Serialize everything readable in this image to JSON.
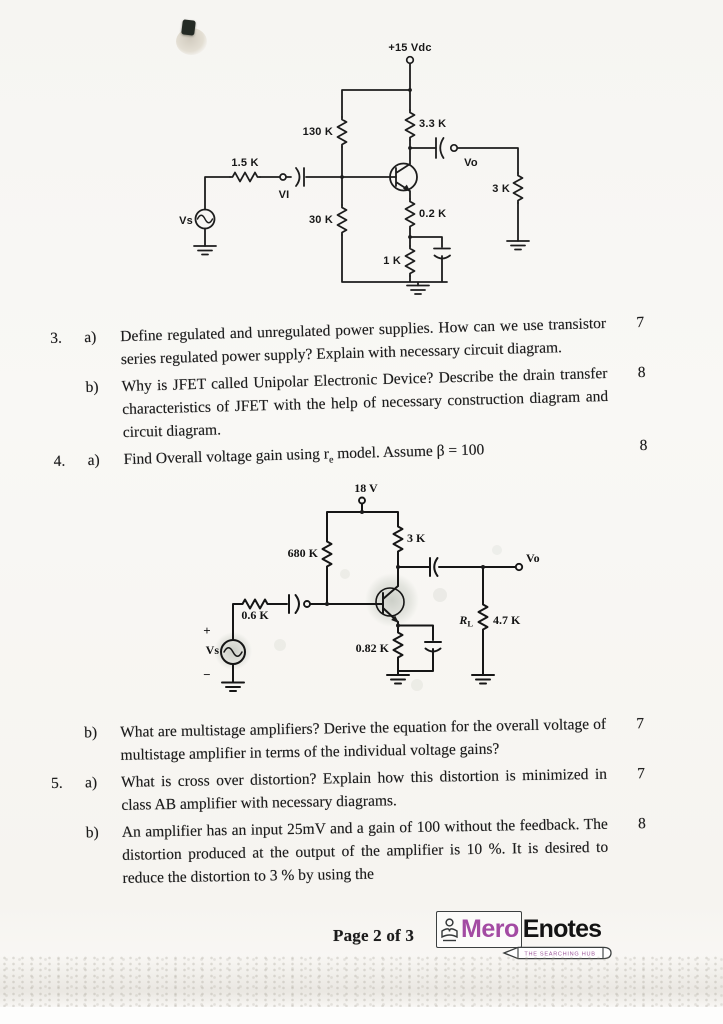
{
  "page": {
    "footer_page_label": "Page 2 of 3",
    "logo": {
      "mero": "Mero",
      "enotes": "Enotes",
      "tagline": "THE SEARCHING HUB",
      "mero_color": "#a34ba3"
    }
  },
  "questions": [
    {
      "num": "3.",
      "part": "a)",
      "text": "Define regulated and unregulated power supplies. How can we use transistor series regulated power supply? Explain with necessary circuit diagram.",
      "marks": "7"
    },
    {
      "num": "",
      "part": "b)",
      "text": "Why is JFET called Unipolar Electronic Device? Describe the drain transfer characteristics of JFET with the help of necessary construction diagram and circuit diagram.",
      "marks": "8"
    },
    {
      "num": "4.",
      "part": "a)",
      "text_pre": "Find Overall voltage gain using r",
      "text_sub": "e",
      "text_post": " model. Assume β = 100",
      "marks": "8"
    },
    {
      "num": "",
      "part": "b)",
      "text": "What are multistage amplifiers? Derive the equation for the overall voltage of multistage amplifier in terms of the individual voltage gains?",
      "marks": "7"
    },
    {
      "num": "5.",
      "part": "a)",
      "text": "What is cross over distortion? Explain how this distortion is minimized in class AB amplifier with necessary diagrams.",
      "marks": "7"
    },
    {
      "num": "",
      "part": "b)",
      "text": "An amplifier has an input 25mV and a gain of 100 without the feedback. The distortion produced at the output of the amplifier is 10 %. It is desired to reduce the distortion to 3 % by using the",
      "marks": "8"
    }
  ],
  "circuit1": {
    "supply": "+15 Vdc",
    "r_c": "3.3 K",
    "r_1": "130 K",
    "r_2": "30 K",
    "r_s": "1.5 K",
    "r_e1": "0.2 K",
    "r_e2": "1 K",
    "r_load": "3 K",
    "v_in": "VI",
    "v_s": "Vs",
    "v_o": "Vo"
  },
  "circuit2": {
    "supply": "18 V",
    "r_c": "3 K",
    "r_b": "680 K",
    "r_s": "0.6 K",
    "r_e": "0.82 K",
    "r_l": "R",
    "r_l_sub": "L",
    "r_l_value": "4.7 K",
    "v_s": "Vs",
    "v_o": "Vo",
    "plus": "+",
    "minus": "−"
  }
}
